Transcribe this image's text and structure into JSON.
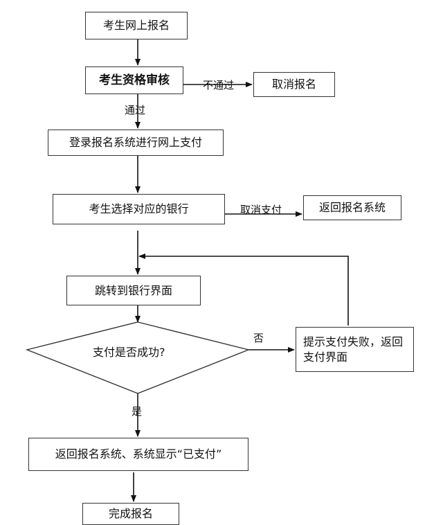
{
  "nodes": {
    "signup": "考生网上报名",
    "review": "考生资格审核",
    "cancel_signup": "取消报名",
    "login_pay": "登录报名系统进行网上支付",
    "choose_bank": "考生选择对应的银行",
    "return_system": "返回报名系统",
    "jump_bank": "跳转到银行界面",
    "decision": "支付是否成功?",
    "pay_fail": "提示支付失败，返回支付界面",
    "show_paid": "返回报名系统、系统显示“已支付”",
    "complete": "完成报名"
  },
  "edges": {
    "not_pass": "不通过",
    "pass": "通过",
    "cancel_pay": "取消支付",
    "no": "否",
    "yes": "是"
  }
}
